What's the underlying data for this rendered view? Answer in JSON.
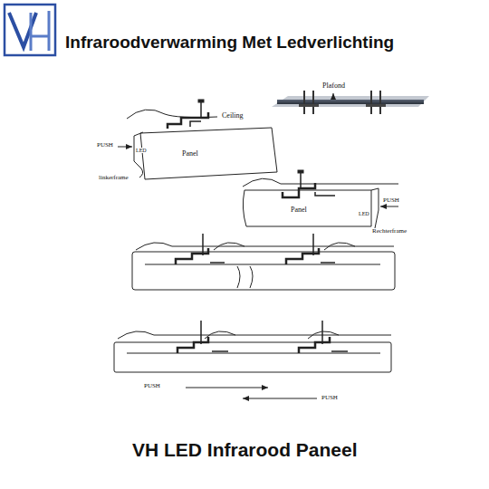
{
  "diagram": {
    "title": "Infraroodverwarming Met Ledverlichting",
    "caption": "VH LED Infrarood Paneel",
    "labels": [
      "Plafond",
      "Ceiling",
      "PUSH",
      "LED",
      "Panel",
      "linkerframe",
      "PUSH",
      "Panel",
      "LED",
      "Rechterframe",
      "PUSH",
      "PUSH"
    ]
  }
}
